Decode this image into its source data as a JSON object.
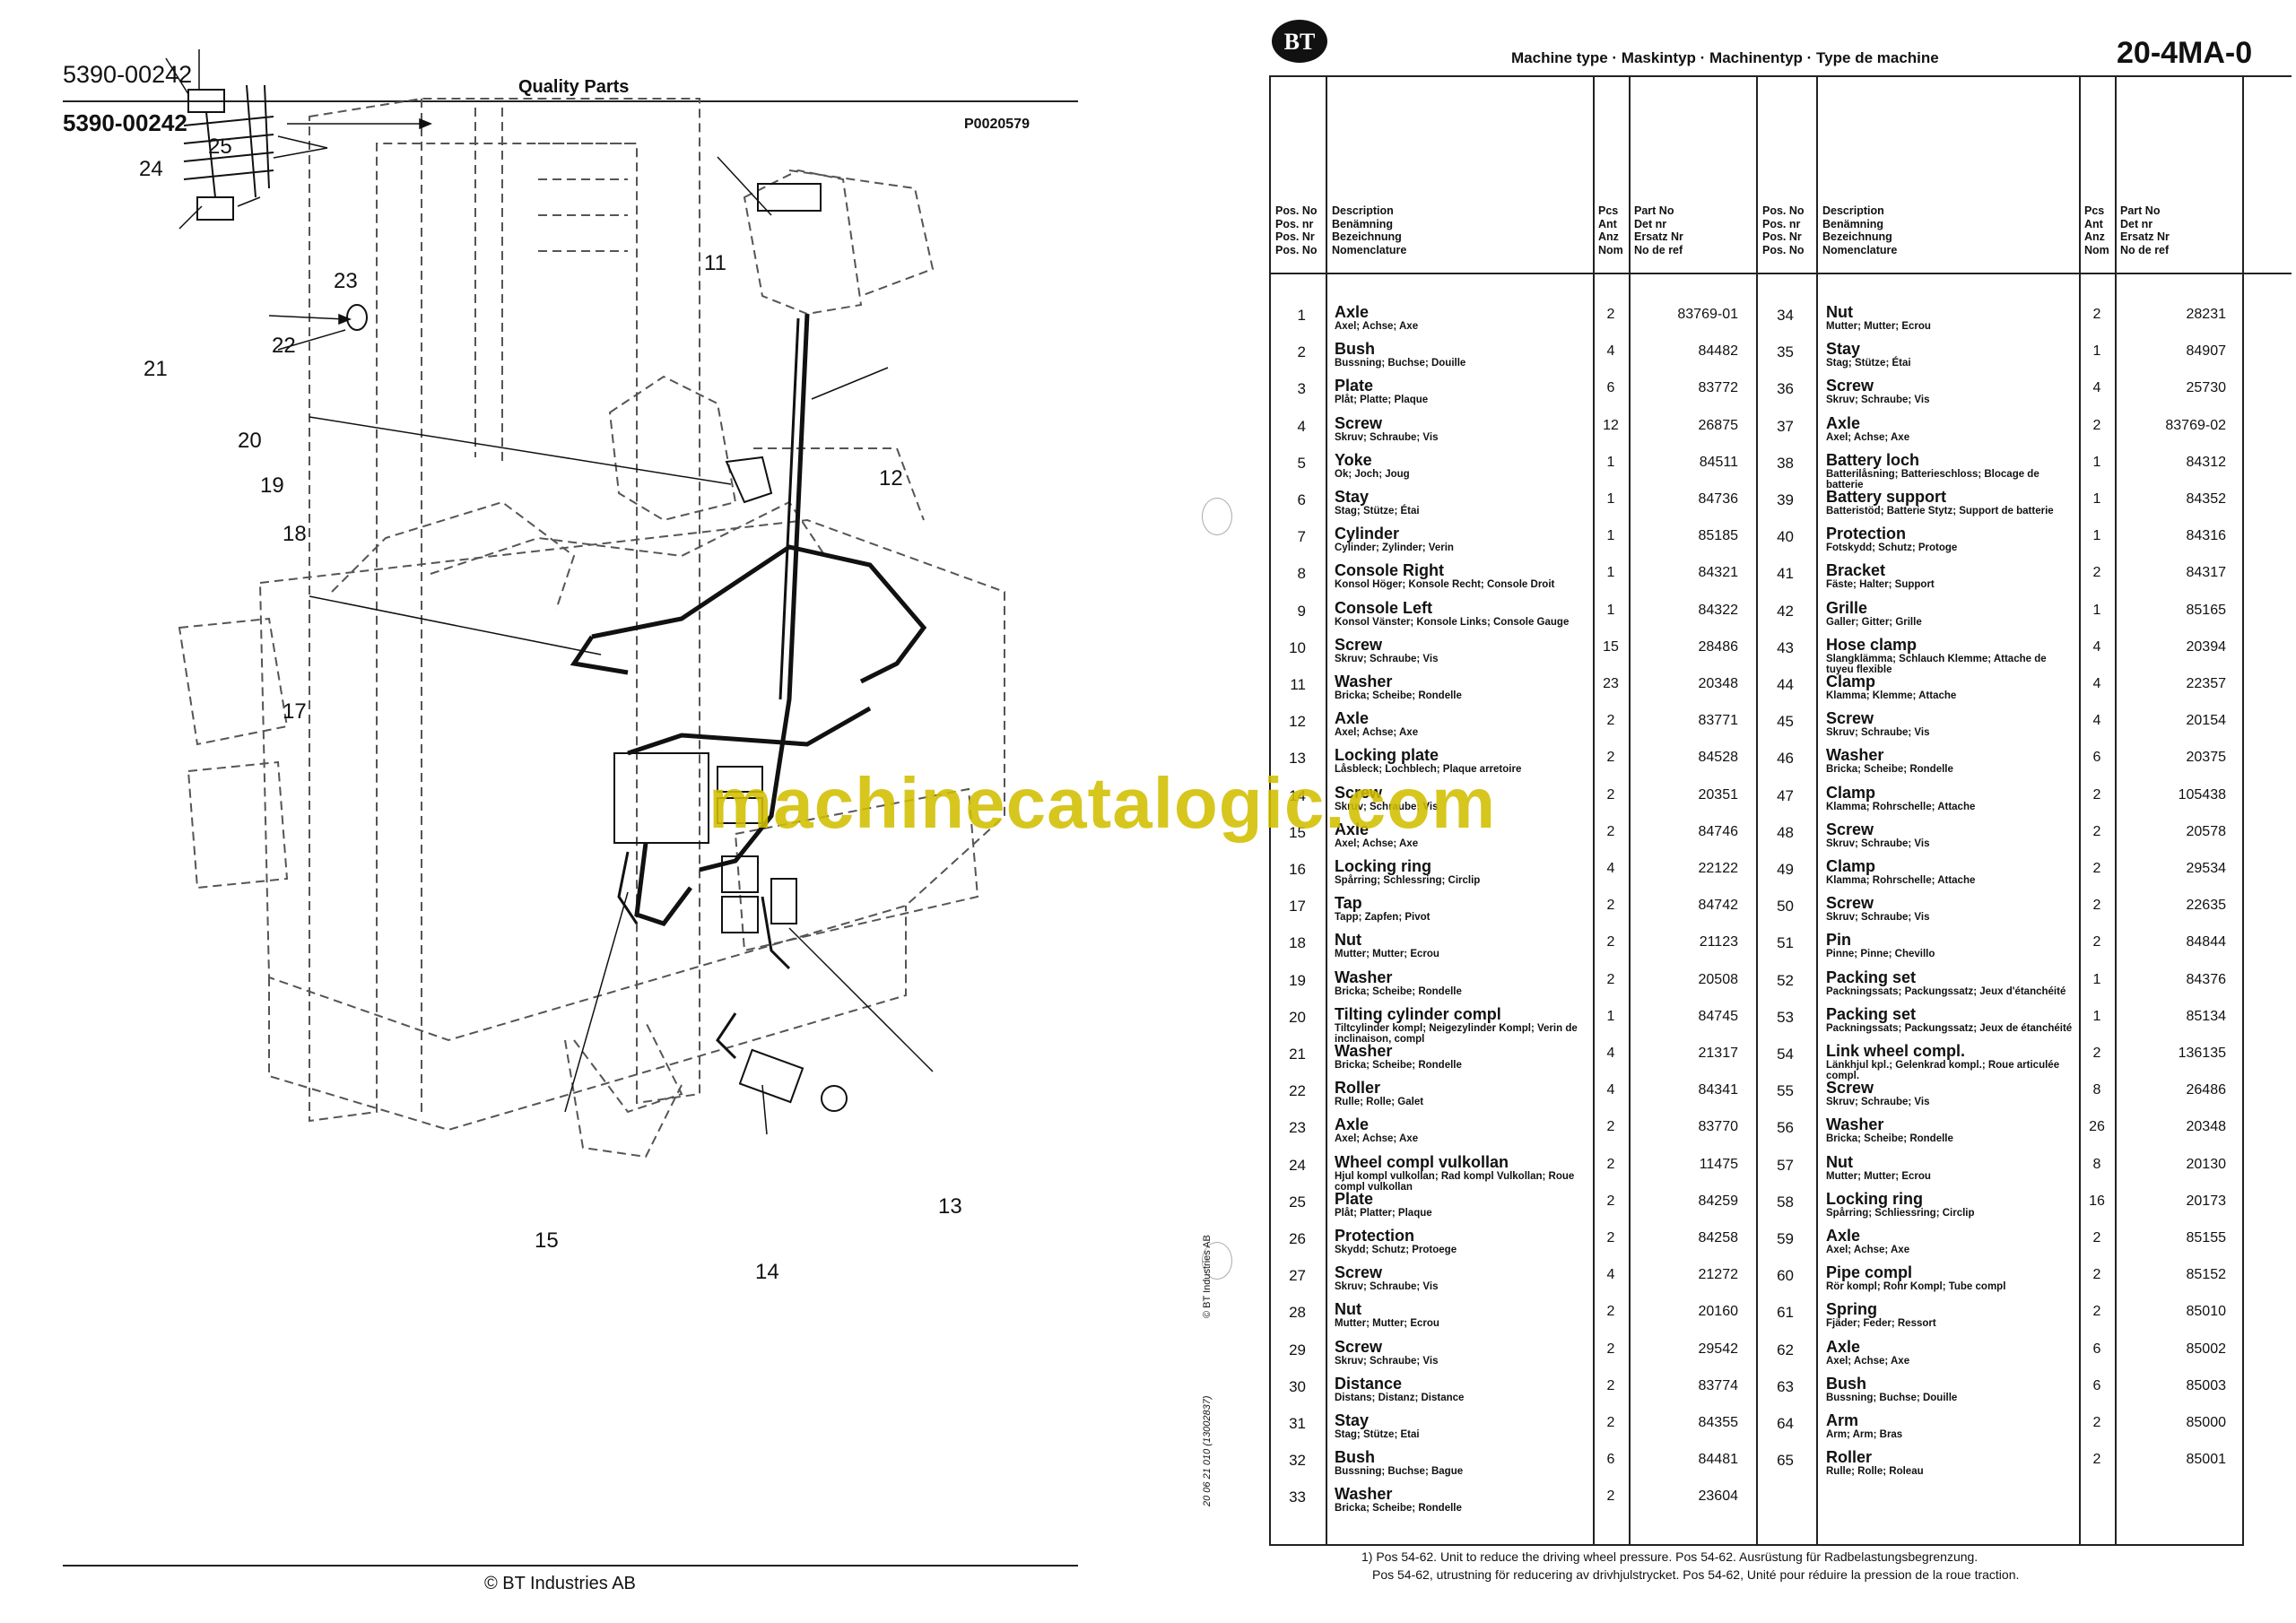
{
  "left": {
    "doc_number_top": "5390-00242",
    "title": "Quality Parts",
    "doc_number_bold": "5390-00242",
    "figure_ref": "P0020579",
    "footer": "© BT Industries AB",
    "callouts": [
      "25",
      "24",
      "23",
      "21",
      "22",
      "20",
      "19",
      "11",
      "12",
      "18",
      "17",
      "15",
      "14",
      "13"
    ]
  },
  "right": {
    "logo_text": "BT",
    "machine_type_label": "Machine type · Maskintyp · Machinentyp · Type de machine",
    "machine_type_value": "20-4MA-0",
    "col_pos": [
      "Pos. No",
      "Pos. nr",
      "Pos. Nr",
      "Pos. No"
    ],
    "col_desc": [
      "Description",
      "Benämning",
      "Bezeichnung",
      "Nomenclature"
    ],
    "col_pcs": [
      "Pcs",
      "Ant",
      "Anz",
      "Nom"
    ],
    "col_part": [
      "Part No",
      "Det nr",
      "Ersatz Nr",
      "No de ref"
    ],
    "side_text": "© BT Industries AB",
    "side_code": "20 06 21  010  (13002837)",
    "footnote_1": "1) Pos 54-62. Unit to reduce the driving wheel pressure.   Pos 54-62. Ausrüstung für Radbelastungsbegrenzung.",
    "footnote_2": "Pos 54-62, utrustning för reducering av drivhjulstrycket.  Pos 54-62, Unité pour réduire la pression de la roue traction.",
    "left_rows": [
      {
        "pos": "1",
        "name": "Axle",
        "sub": "Axel; Achse; Axe",
        "qty": "2",
        "part": "83769-01"
      },
      {
        "pos": "2",
        "name": "Bush",
        "sub": "Bussning; Buchse; Douille",
        "qty": "4",
        "part": "84482"
      },
      {
        "pos": "3",
        "name": "Plate",
        "sub": "Plåt; Platte; Plaque",
        "qty": "6",
        "part": "83772"
      },
      {
        "pos": "4",
        "name": "Screw",
        "sub": "Skruv; Schraube; Vis",
        "qty": "12",
        "part": "26875"
      },
      {
        "pos": "5",
        "name": "Yoke",
        "sub": "Ok; Joch; Joug",
        "qty": "1",
        "part": "84511"
      },
      {
        "pos": "6",
        "name": "Stay",
        "sub": "Stag; Stütze; Étai",
        "qty": "1",
        "part": "84736"
      },
      {
        "pos": "7",
        "name": "Cylinder",
        "sub": "Cylinder; Zylinder; Verin",
        "qty": "1",
        "part": "85185"
      },
      {
        "pos": "8",
        "name": "Console Right",
        "sub": "Konsol Höger; Konsole Recht; Console Droit",
        "qty": "1",
        "part": "84321"
      },
      {
        "pos": "9",
        "name": "Console Left",
        "sub": "Konsol Vänster; Konsole Links; Console Gauge",
        "qty": "1",
        "part": "84322"
      },
      {
        "pos": "10",
        "name": "Screw",
        "sub": "Skruv; Schraube; Vis",
        "qty": "15",
        "part": "28486"
      },
      {
        "pos": "11",
        "name": "Washer",
        "sub": "Bricka; Scheibe; Rondelle",
        "qty": "23",
        "part": "20348"
      },
      {
        "pos": "12",
        "name": "Axle",
        "sub": "Axel; Achse; Axe",
        "qty": "2",
        "part": "83771"
      },
      {
        "pos": "13",
        "name": "Locking plate",
        "sub": "Låsbleck; Lochblech; Plaque arretoire",
        "qty": "2",
        "part": "84528"
      },
      {
        "pos": "14",
        "name": "Screw",
        "sub": "Skruv; Schraube; Vis",
        "qty": "2",
        "part": "20351"
      },
      {
        "pos": "15",
        "name": "Axle",
        "sub": "Axel; Achse; Axe",
        "qty": "2",
        "part": "84746"
      },
      {
        "pos": "16",
        "name": "Locking ring",
        "sub": "Spårring; Schlessring; Circlip",
        "qty": "4",
        "part": "22122"
      },
      {
        "pos": "17",
        "name": "Tap",
        "sub": "Tapp; Zapfen; Pivot",
        "qty": "2",
        "part": "84742"
      },
      {
        "pos": "18",
        "name": "Nut",
        "sub": "Mutter; Mutter; Ecrou",
        "qty": "2",
        "part": "21123"
      },
      {
        "pos": "19",
        "name": "Washer",
        "sub": "Bricka; Scheibe; Rondelle",
        "qty": "2",
        "part": "20508"
      },
      {
        "pos": "20",
        "name": "Tilting cylinder compl",
        "sub": "Tiltcylinder kompl; Neigezylinder Kompl; Verin de inclinaison, compl",
        "qty": "1",
        "part": "84745"
      },
      {
        "pos": "21",
        "name": "Washer",
        "sub": "Bricka; Scheibe; Rondelle",
        "qty": "4",
        "part": "21317"
      },
      {
        "pos": "22",
        "name": "Roller",
        "sub": "Rulle; Rolle; Galet",
        "qty": "4",
        "part": "84341"
      },
      {
        "pos": "23",
        "name": "Axle",
        "sub": "Axel; Achse; Axe",
        "qty": "2",
        "part": "83770"
      },
      {
        "pos": "24",
        "name": "Wheel compl vulkollan",
        "sub": "Hjul kompl vulkollan; Rad kompl Vulkollan; Roue compl vulkollan",
        "qty": "2",
        "part": "11475"
      },
      {
        "pos": "25",
        "name": "Plate",
        "sub": "Plåt; Platter; Plaque",
        "qty": "2",
        "part": "84259"
      },
      {
        "pos": "26",
        "name": "Protection",
        "sub": "Skydd; Schutz; Protoege",
        "qty": "2",
        "part": "84258"
      },
      {
        "pos": "27",
        "name": "Screw",
        "sub": "Skruv; Schraube; Vis",
        "qty": "4",
        "part": "21272"
      },
      {
        "pos": "28",
        "name": "Nut",
        "sub": "Mutter; Mutter; Ecrou",
        "qty": "2",
        "part": "20160"
      },
      {
        "pos": "29",
        "name": "Screw",
        "sub": "Skruv; Schraube; Vis",
        "qty": "2",
        "part": "29542"
      },
      {
        "pos": "30",
        "name": "Distance",
        "sub": "Distans; Distanz; Distance",
        "qty": "2",
        "part": "83774"
      },
      {
        "pos": "31",
        "name": "Stay",
        "sub": "Stag; Stütze; Etai",
        "qty": "2",
        "part": "84355"
      },
      {
        "pos": "32",
        "name": "Bush",
        "sub": "Bussning; Buchse; Bague",
        "qty": "6",
        "part": "84481"
      },
      {
        "pos": "33",
        "name": "Washer",
        "sub": "Bricka; Scheibe; Rondelle",
        "qty": "2",
        "part": "23604"
      }
    ],
    "right_rows": [
      {
        "pos": "34",
        "name": "Nut",
        "sub": "Mutter; Mutter; Ecrou",
        "qty": "2",
        "part": "28231"
      },
      {
        "pos": "35",
        "name": "Stay",
        "sub": "Stag; Stütze; Étai",
        "qty": "1",
        "part": "84907"
      },
      {
        "pos": "36",
        "name": "Screw",
        "sub": "Skruv; Schraube; Vis",
        "qty": "4",
        "part": "25730"
      },
      {
        "pos": "37",
        "name": "Axle",
        "sub": "Axel; Achse; Axe",
        "qty": "2",
        "part": "83769-02"
      },
      {
        "pos": "38",
        "name": "Battery loch",
        "sub": "Batterilåsning; Batterieschloss; Blocage de batterie",
        "qty": "1",
        "part": "84312"
      },
      {
        "pos": "39",
        "name": "Battery support",
        "sub": "Batteristöd; Batterie Stytz; Support de batterie",
        "qty": "1",
        "part": "84352"
      },
      {
        "pos": "40",
        "name": "Protection",
        "sub": "Fotskydd; Schutz; Protoge",
        "qty": "1",
        "part": "84316"
      },
      {
        "pos": "41",
        "name": "Bracket",
        "sub": "Fäste; Halter; Support",
        "qty": "2",
        "part": "84317"
      },
      {
        "pos": "42",
        "name": "Grille",
        "sub": "Galler; Gitter; Grille",
        "qty": "1",
        "part": "85165"
      },
      {
        "pos": "43",
        "name": "Hose clamp",
        "sub": "Slangklämma; Schlauch Klemme; Attache de tuyeu flexible",
        "qty": "4",
        "part": "20394"
      },
      {
        "pos": "44",
        "name": "Clamp",
        "sub": "Klamma; Klemme; Attache",
        "qty": "4",
        "part": "22357"
      },
      {
        "pos": "45",
        "name": "Screw",
        "sub": "Skruv; Schraube; Vis",
        "qty": "4",
        "part": "20154"
      },
      {
        "pos": "46",
        "name": "Washer",
        "sub": "Bricka; Scheibe; Rondelle",
        "qty": "6",
        "part": "20375"
      },
      {
        "pos": "47",
        "name": "Clamp",
        "sub": "Klamma; Rohrschelle; Attache",
        "qty": "2",
        "part": "105438"
      },
      {
        "pos": "48",
        "name": "Screw",
        "sub": "Skruv; Schraube; Vis",
        "qty": "2",
        "part": "20578"
      },
      {
        "pos": "49",
        "name": "Clamp",
        "sub": "Klamma; Rohrschelle; Attache",
        "qty": "2",
        "part": "29534"
      },
      {
        "pos": "50",
        "name": "Screw",
        "sub": "Skruv; Schraube; Vis",
        "qty": "2",
        "part": "22635"
      },
      {
        "pos": "51",
        "name": "Pin",
        "sub": "Pinne; Pinne; Chevillo",
        "qty": "2",
        "part": "84844"
      },
      {
        "pos": "52",
        "name": "Packing set",
        "sub": "Packningssats; Packungssatz; Jeux d'étanchéité",
        "qty": "1",
        "part": "84376"
      },
      {
        "pos": "53",
        "name": "Packing set",
        "sub": "Packningssats; Packungssatz; Jeux de étanchéité",
        "qty": "1",
        "part": "85134"
      },
      {
        "pos": "54",
        "name": "Link wheel compl.",
        "sub": "Länkhjul kpl.; Gelenkrad kompl.; Roue articulée compl.",
        "qty": "2",
        "part": "136135"
      },
      {
        "pos": "55",
        "name": "Screw",
        "sub": "Skruv; Schraube; Vis",
        "qty": "8",
        "part": "26486"
      },
      {
        "pos": "56",
        "name": "Washer",
        "sub": "Bricka; Scheibe; Rondelle",
        "qty": "26",
        "part": "20348"
      },
      {
        "pos": "57",
        "name": "Nut",
        "sub": "Mutter; Mutter; Ecrou",
        "qty": "8",
        "part": "20130"
      },
      {
        "pos": "58",
        "name": "Locking ring",
        "sub": "Spårring; Schliessring; Circlip",
        "qty": "16",
        "part": "20173"
      },
      {
        "pos": "59",
        "name": "Axle",
        "sub": "Axel; Achse; Axe",
        "qty": "2",
        "part": "85155"
      },
      {
        "pos": "60",
        "name": "Pipe compl",
        "sub": "Rör kompl; Rohr Kompl; Tube compl",
        "qty": "2",
        "part": "85152"
      },
      {
        "pos": "61",
        "name": "Spring",
        "sub": "Fjäder; Feder; Ressort",
        "qty": "2",
        "part": "85010"
      },
      {
        "pos": "62",
        "name": "Axle",
        "sub": "Axel; Achse; Axe",
        "qty": "6",
        "part": "85002"
      },
      {
        "pos": "63",
        "name": "Bush",
        "sub": "Bussning; Buchse; Douille",
        "qty": "6",
        "part": "85003"
      },
      {
        "pos": "64",
        "name": "Arm",
        "sub": "Arm; Arm; Bras",
        "qty": "2",
        "part": "85000"
      },
      {
        "pos": "65",
        "name": "Roller",
        "sub": "Rulle; Rolle; Roleau",
        "qty": "2",
        "part": "85001"
      }
    ]
  },
  "watermark": "machinecatalogic.com"
}
